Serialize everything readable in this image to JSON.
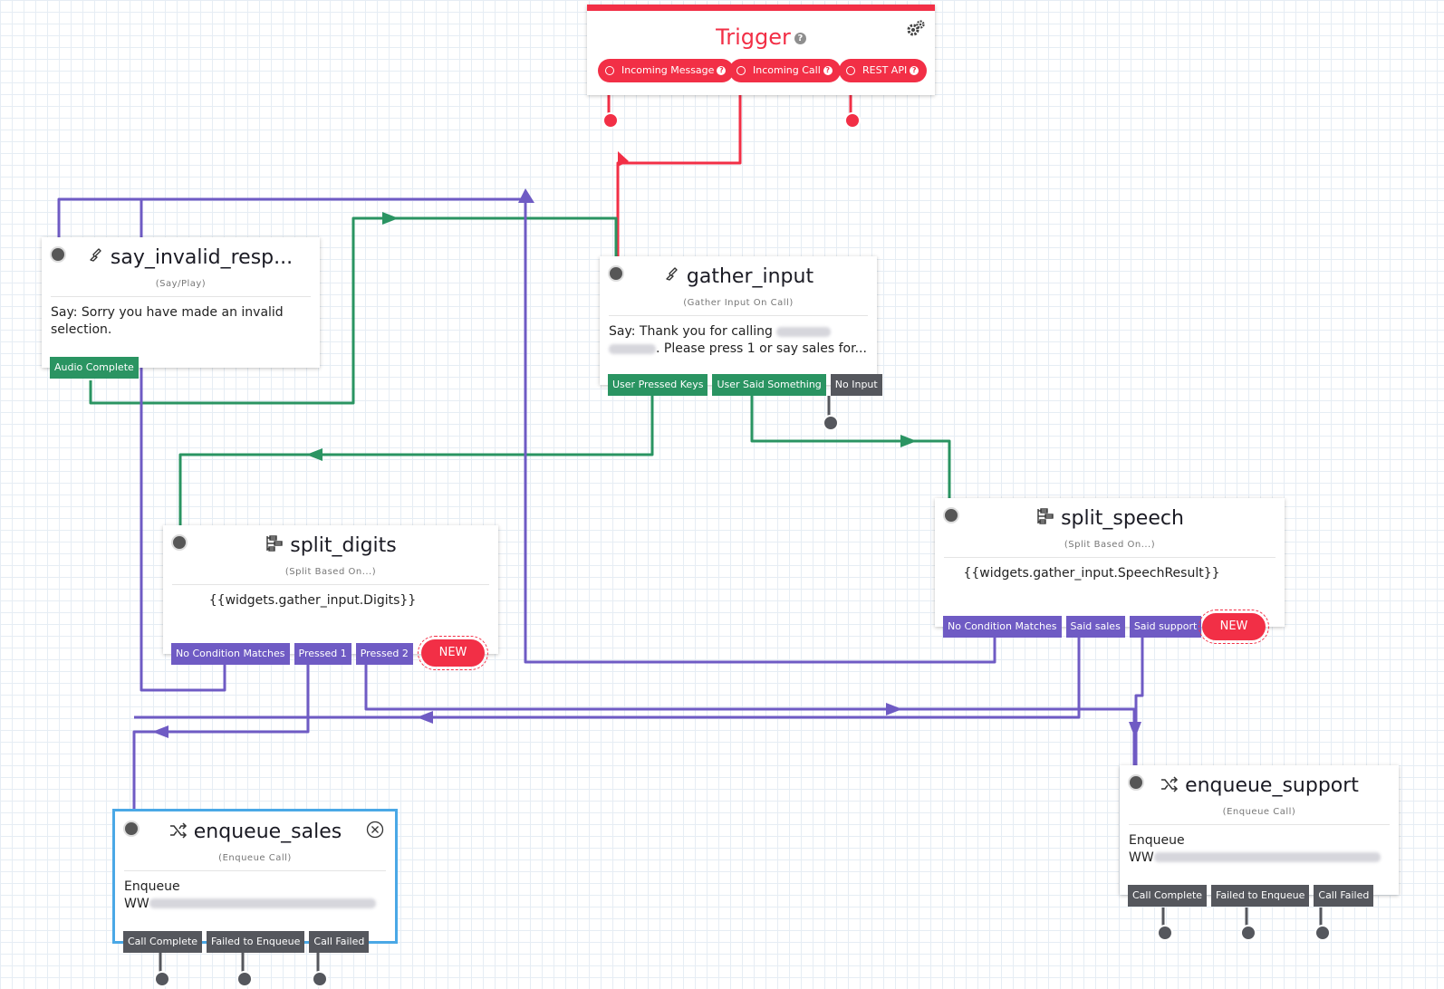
{
  "trigger": {
    "title": "Trigger",
    "help": "?",
    "pills": [
      {
        "label": "Incoming Message"
      },
      {
        "label": "Incoming Call"
      },
      {
        "label": "REST API"
      }
    ]
  },
  "widgets": {
    "say_invalid": {
      "name": "say_invalid_resp...",
      "type": "(Say/Play)",
      "body_line1": "Say: Sorry you have made an invalid",
      "body_line2": "selection.",
      "transitions": [
        "Audio Complete"
      ],
      "icon": "phone-icon"
    },
    "gather_input": {
      "name": "gather_input",
      "type": "(Gather Input On Call)",
      "body_line1": "Say: Thank you for calling",
      "body_line2": ". Please press 1 or say sales for...",
      "transitions": [
        "User Pressed Keys",
        "User Said Something",
        "No Input"
      ],
      "icon": "phone-icon"
    },
    "split_digits": {
      "name": "split_digits",
      "type": "(Split Based On...)",
      "body": "{{widgets.gather_input.Digits}}",
      "transitions": [
        "No Condition Matches",
        "Pressed 1",
        "Pressed 2"
      ],
      "new_label": "NEW",
      "icon": "split-icon"
    },
    "split_speech": {
      "name": "split_speech",
      "type": "(Split Based On...)",
      "body": "{{widgets.gather_input.SpeechResult}}",
      "transitions": [
        "No Condition Matches",
        "Said sales",
        "Said support"
      ],
      "new_label": "NEW",
      "icon": "split-icon"
    },
    "enqueue_sales": {
      "name": "enqueue_sales",
      "type": "(Enqueue Call)",
      "body_line1": "Enqueue",
      "body_line2": "WW",
      "transitions": [
        "Call Complete",
        "Failed to Enqueue",
        "Call Failed"
      ],
      "icon": "shuffle-icon"
    },
    "enqueue_support": {
      "name": "enqueue_support",
      "type": "(Enqueue Call)",
      "body_line1": "Enqueue",
      "body_line2": "WW",
      "transitions": [
        "Call Complete",
        "Failed to Enqueue",
        "Call Failed"
      ],
      "icon": "shuffle-icon"
    }
  },
  "colors": {
    "red": "#f22f46",
    "green": "#2a9462",
    "purple": "#6f5bc4",
    "gray": "#55575d",
    "selected": "#4aa8e6"
  }
}
